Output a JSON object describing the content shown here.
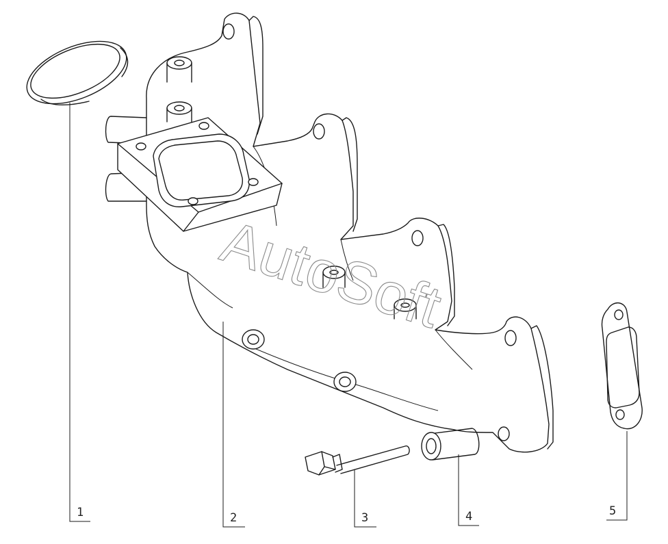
{
  "watermark": "AutoSoft",
  "callouts": [
    {
      "number": "1"
    },
    {
      "number": "2"
    },
    {
      "number": "3"
    },
    {
      "number": "4"
    },
    {
      "number": "5"
    }
  ],
  "colors": {
    "ink": "#1a1a1a",
    "watermark": "#8a8a8a",
    "background": "#ffffff"
  }
}
